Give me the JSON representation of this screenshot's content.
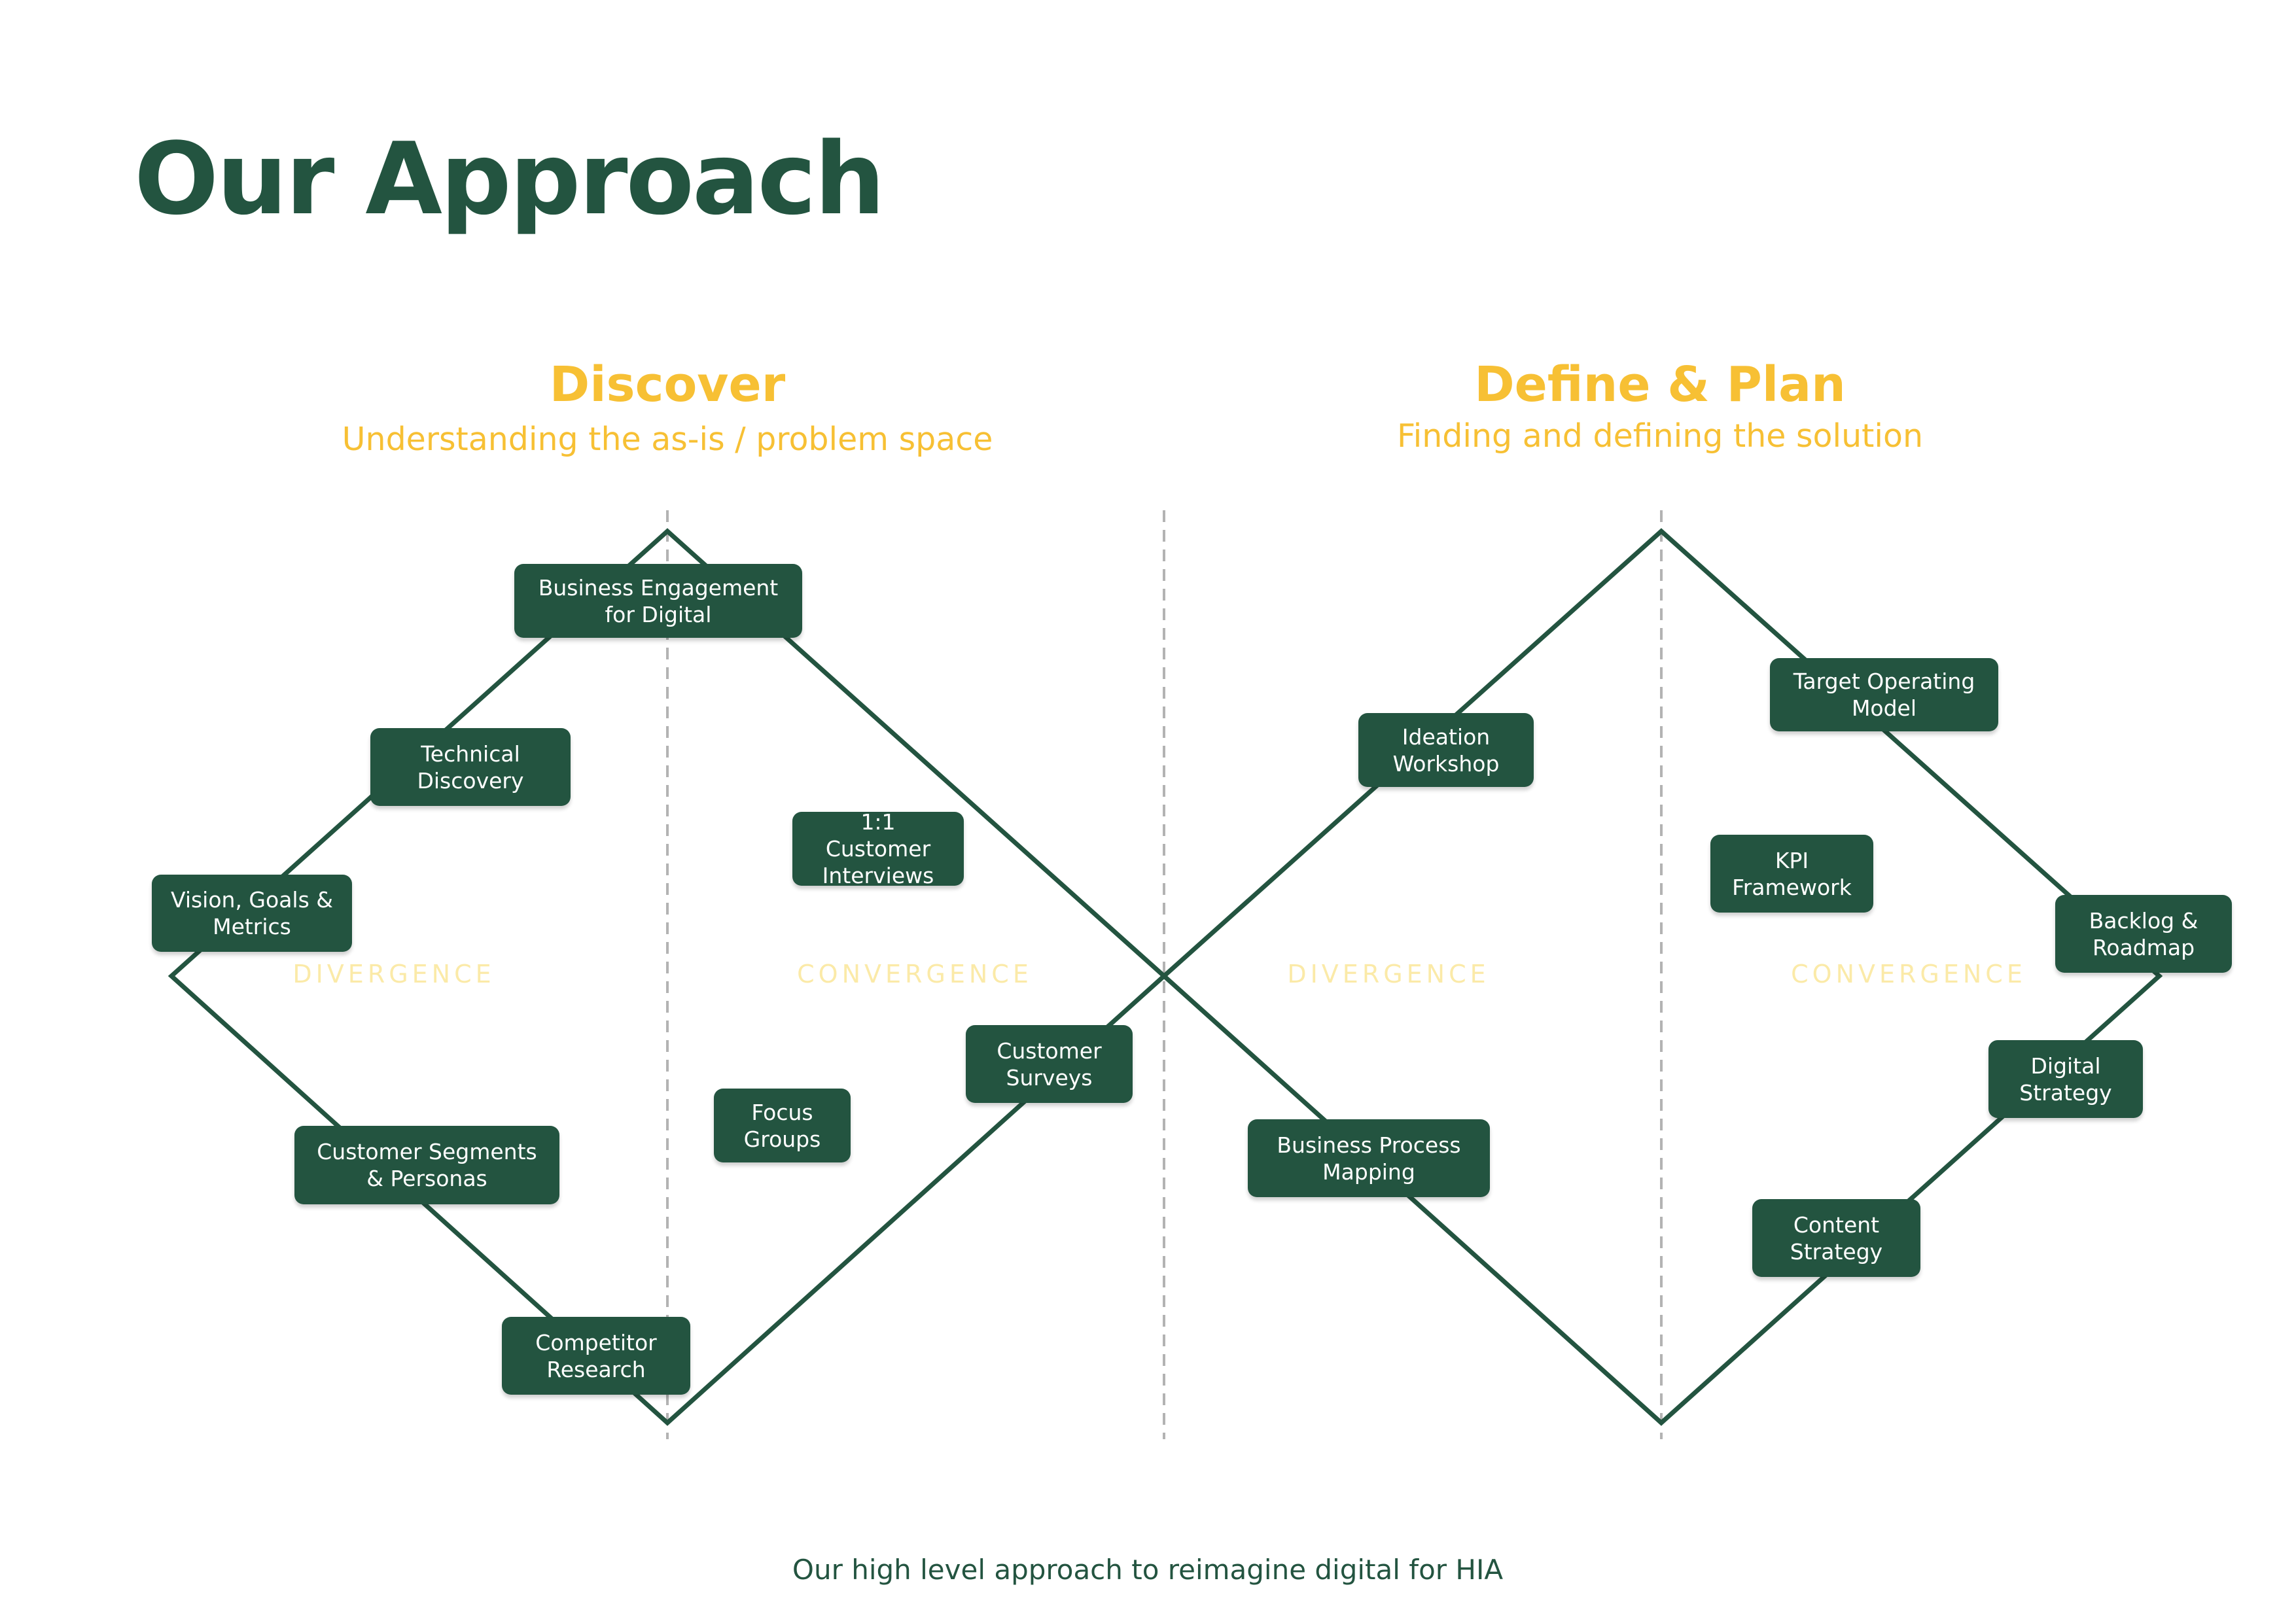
{
  "page": {
    "title": "Our Approach",
    "caption": "Our high level approach to reimagine digital for HIA"
  },
  "colors": {
    "primary_green": "#235440",
    "accent_yellow": "#f7c034",
    "zone_label": "#fbeaa8",
    "divider": "#b3b3b3"
  },
  "phases": [
    {
      "title": "Discover",
      "subtitle": "Understanding the as-is / problem space",
      "zones": [
        "DIVERGENCE",
        "CONVERGENCE"
      ],
      "steps": [
        "Business Engagement\nfor Digital",
        "Technical\nDiscovery",
        "Vision, Goals &\nMetrics",
        "Customer Segments\n& Personas",
        "Competitor\nResearch",
        "1:1 Customer\nInterviews",
        "Focus\nGroups",
        "Customer\nSurveys"
      ]
    },
    {
      "title": "Define & Plan",
      "subtitle": "Finding and defining the solution",
      "zones": [
        "DIVERGENCE",
        "CONVERGENCE"
      ],
      "steps": [
        "Ideation\nWorkshop",
        "Business Process\nMapping",
        "Target Operating\nModel",
        "KPI\nFramework",
        "Backlog &\nRoadmap",
        "Digital\nStrategy",
        "Content\nStrategy"
      ]
    }
  ]
}
